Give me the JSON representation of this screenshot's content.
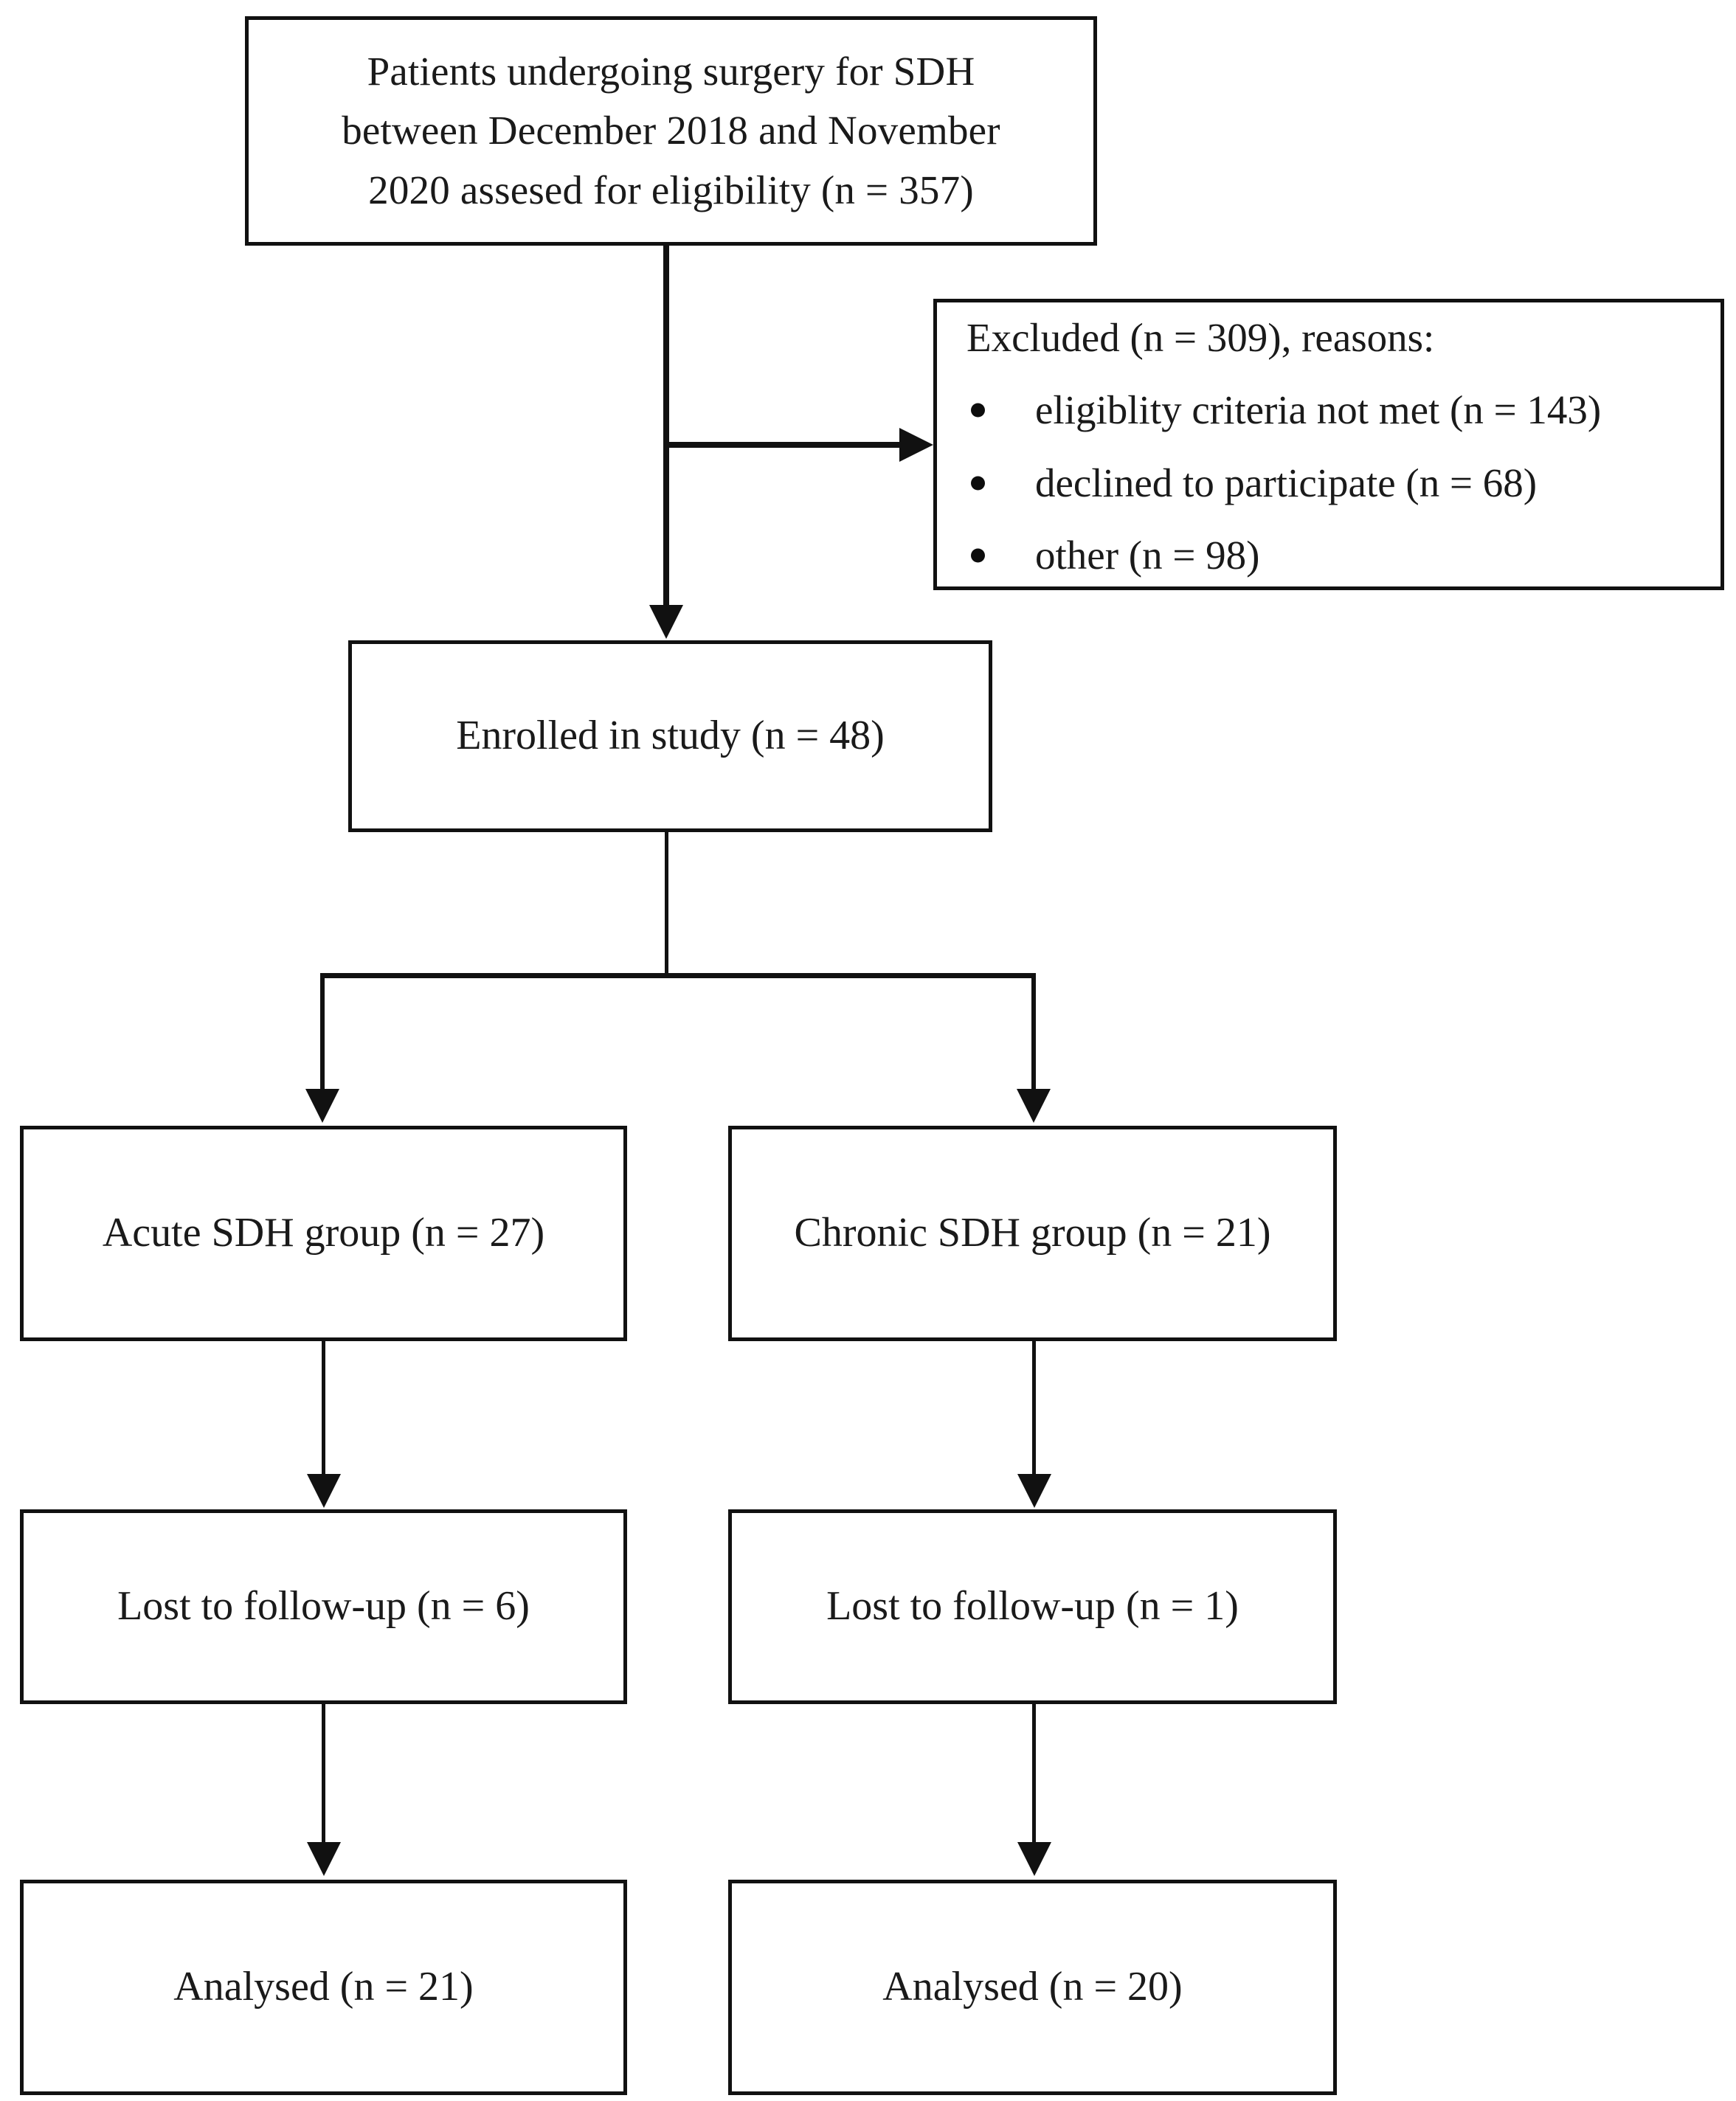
{
  "diagram": {
    "type": "consort-flow-diagram",
    "nodes": {
      "assessed": {
        "lines": [
          "Patients undergoing surgery for SDH",
          "between December 2018 and November",
          "2020 assesed for eligibility (n = 357)"
        ]
      },
      "excluded": {
        "title": "Excluded (n = 309), reasons:",
        "reasons": [
          "eligiblity criteria not met (n = 143)",
          "declined to participate (n = 68)",
          "other (n = 98)"
        ]
      },
      "enrolled": {
        "label": "Enrolled in study (n = 48)"
      },
      "acute_group": {
        "label": "Acute SDH group (n = 27)"
      },
      "chronic_group": {
        "label": "Chronic SDH group (n = 21)"
      },
      "lost_acute": {
        "label": "Lost to follow-up (n = 6)"
      },
      "lost_chronic": {
        "label": "Lost to follow-up (n = 1)"
      },
      "analysed_acute": {
        "label": "Analysed (n = 21)"
      },
      "analysed_chronic": {
        "label": "Analysed (n = 20)"
      }
    },
    "colors": {
      "stroke": "#111111",
      "text": "#1a1a1a",
      "background": "#ffffff"
    }
  }
}
